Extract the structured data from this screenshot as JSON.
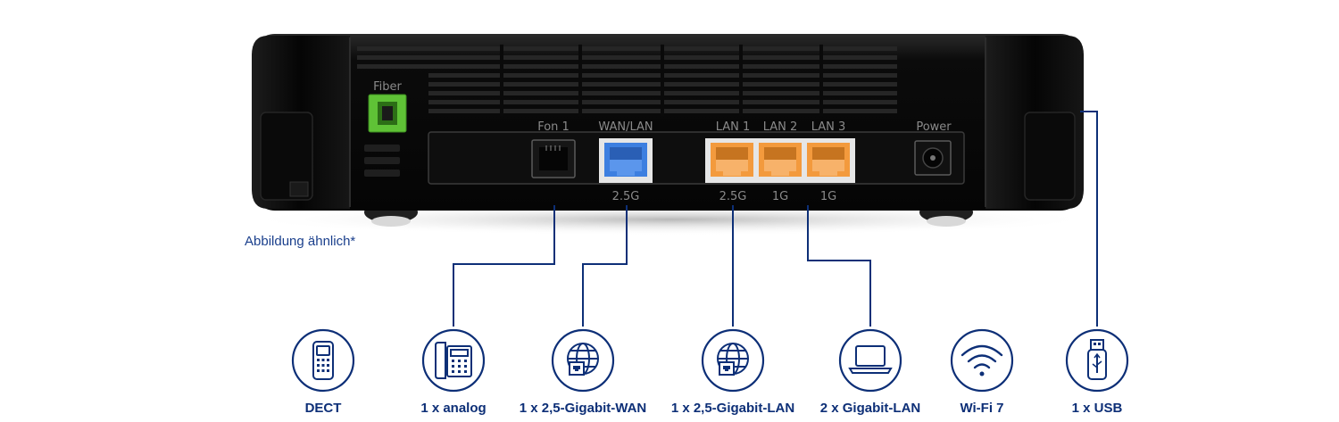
{
  "device": {
    "port_labels": {
      "fiber": "Fiber",
      "fon": "Fon 1",
      "wan": "WAN/LAN",
      "lan1": "LAN 1",
      "lan2": "LAN 2",
      "lan3": "LAN 3",
      "power": "Power"
    },
    "speed_labels": {
      "wan": "2.5G",
      "lan1": "2.5G",
      "lan2": "1G",
      "lan3": "1G"
    },
    "colors": {
      "fiber_port": "#5fc236",
      "wan_port": "#3d7fe0",
      "lan_port": "#f39a3d",
      "callout": "#0d2f77"
    }
  },
  "note": "Abbildung ähnlich*",
  "features": [
    {
      "icon": "dect-phone-icon",
      "label": "DECT"
    },
    {
      "icon": "analog-phone-icon",
      "label": "1 x analog"
    },
    {
      "icon": "globe-lan-icon",
      "label": "1 x 2,5-Gigabit-WAN"
    },
    {
      "icon": "globe-lan-icon",
      "label": "1 x 2,5-Gigabit-LAN"
    },
    {
      "icon": "laptop-icon",
      "label": "2 x Gigabit-LAN"
    },
    {
      "icon": "wifi-icon",
      "label": "Wi-Fi 7"
    },
    {
      "icon": "usb-stick-icon",
      "label": "1 x USB"
    }
  ]
}
